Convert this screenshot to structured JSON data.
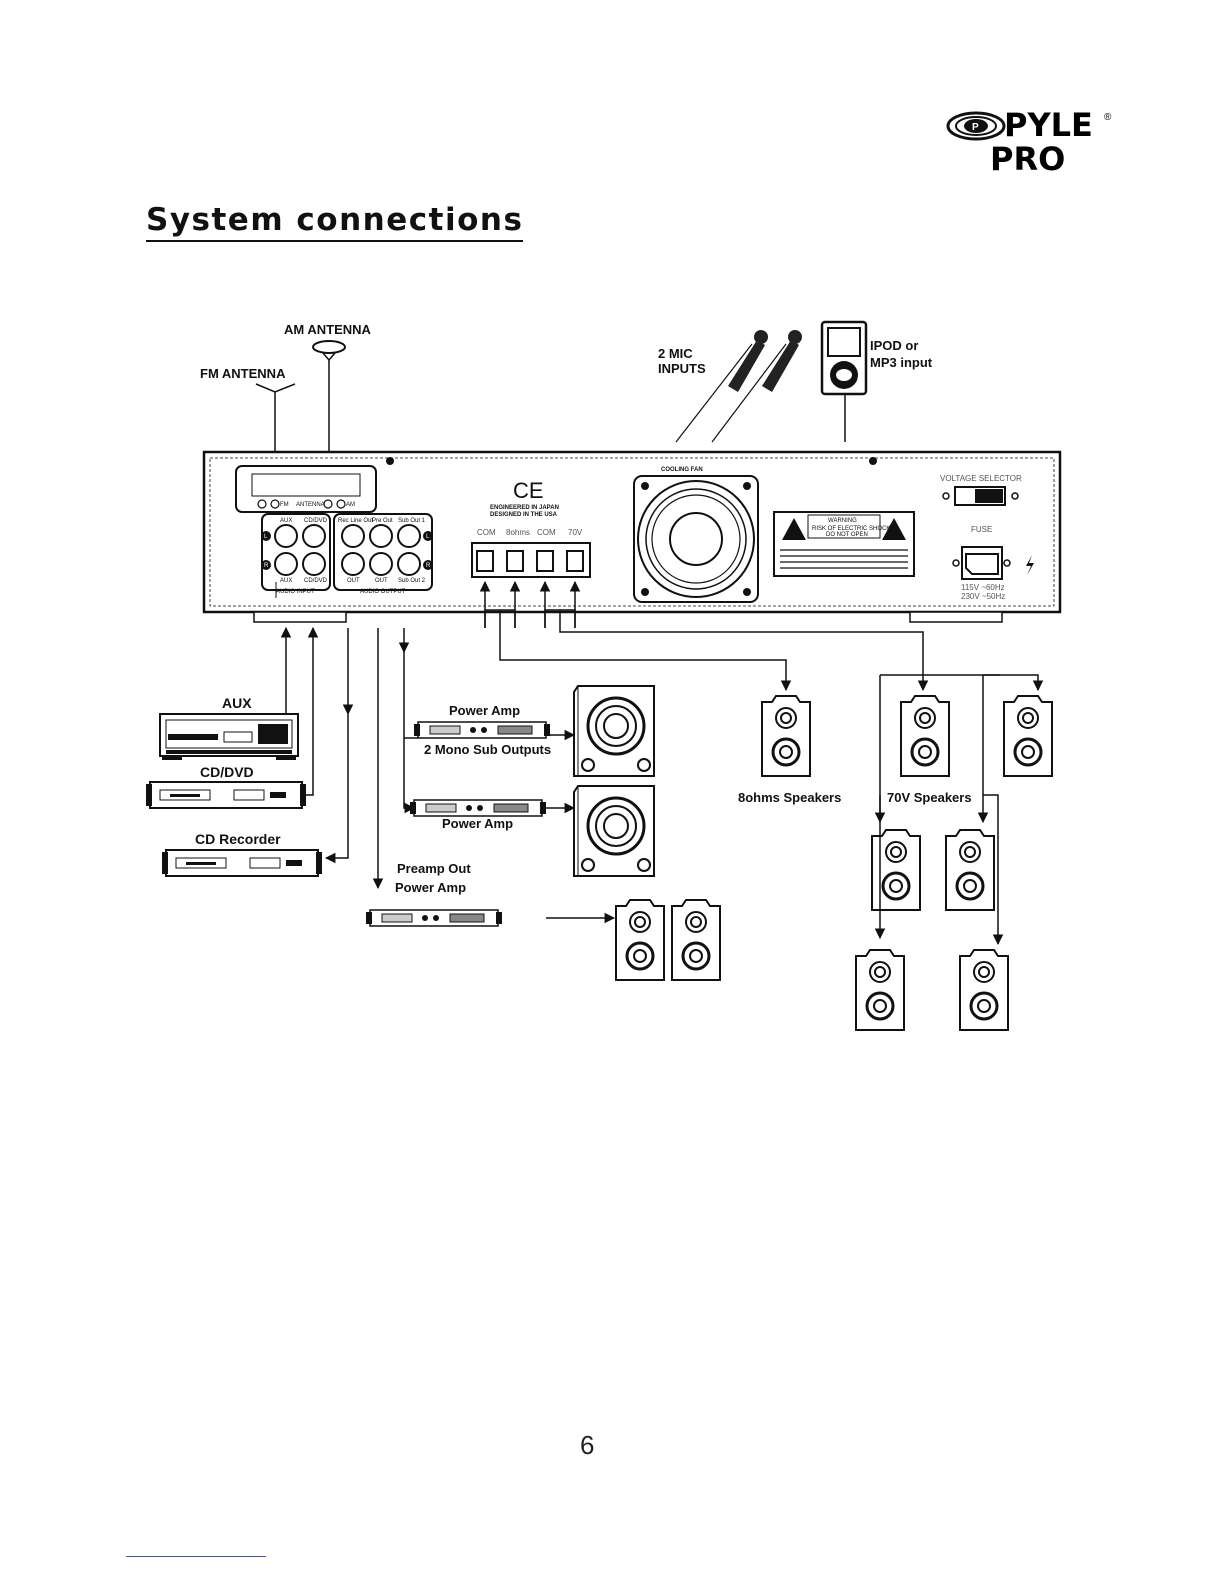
{
  "logo": {
    "line1": "PYLE",
    "line2": "PRO",
    "mark": "®",
    "emblem_letter": "P"
  },
  "title": "System connections",
  "labels": {
    "am_antenna": "AM ANTENNA",
    "fm_antenna": "FM ANTENNA",
    "mic_inputs_1": "2 MIC",
    "mic_inputs_2": "INPUTS",
    "ipod_1": "IPOD or",
    "ipod_2": "MP3 input",
    "cooling_fan": "COOLING FAN",
    "engineered": "ENGINEERED IN JAPAN",
    "designed": "DESIGNED IN THE USA",
    "ce_mark": "CE",
    "voltage_selector": "VOLTAGE SELECTOR",
    "fuse": "FUSE",
    "voltage_1": "115V ~60Hz",
    "voltage_2": "230V ~50Hz",
    "audio_input": "AUDIO  INPUT",
    "audio_output": "AUDIO  OUTPUT",
    "aux_jack": "AUX",
    "cddvd_jack": "CD/DVD",
    "rec_out": "Rec Line Out",
    "pre_out": "Pre Out",
    "sub_out_1": "Sub Out 1",
    "sub_out_2": "Sub Out 2",
    "out_1": "OUT",
    "out_2": "OUT",
    "left": "L",
    "right": "R",
    "terminal_com_1": "COM",
    "terminal_8ohms": "8ohms",
    "terminal_com_2": "COM",
    "terminal_70v": "70V",
    "warning_title": "WARNING",
    "warning_line1": "RISK OF ELECTRIC SHOCK",
    "warning_line2": "DO NOT OPEN",
    "tuner_fm": "FM",
    "tuner_antenna": "ANTENNA",
    "tuner_am": "AM",
    "aux_device": "AUX",
    "cddvd_device": "CD/DVD",
    "cd_recorder": "CD Recorder",
    "power_amp_1": "Power Amp",
    "mono_sub_outputs": "2 Mono Sub Outputs",
    "power_amp_2": "Power Amp",
    "preamp_out": "Preamp Out",
    "power_amp_3": "Power Amp",
    "speakers_8ohms": "8ohms Speakers",
    "speakers_70v": "70V Speakers"
  },
  "page_number": "6"
}
